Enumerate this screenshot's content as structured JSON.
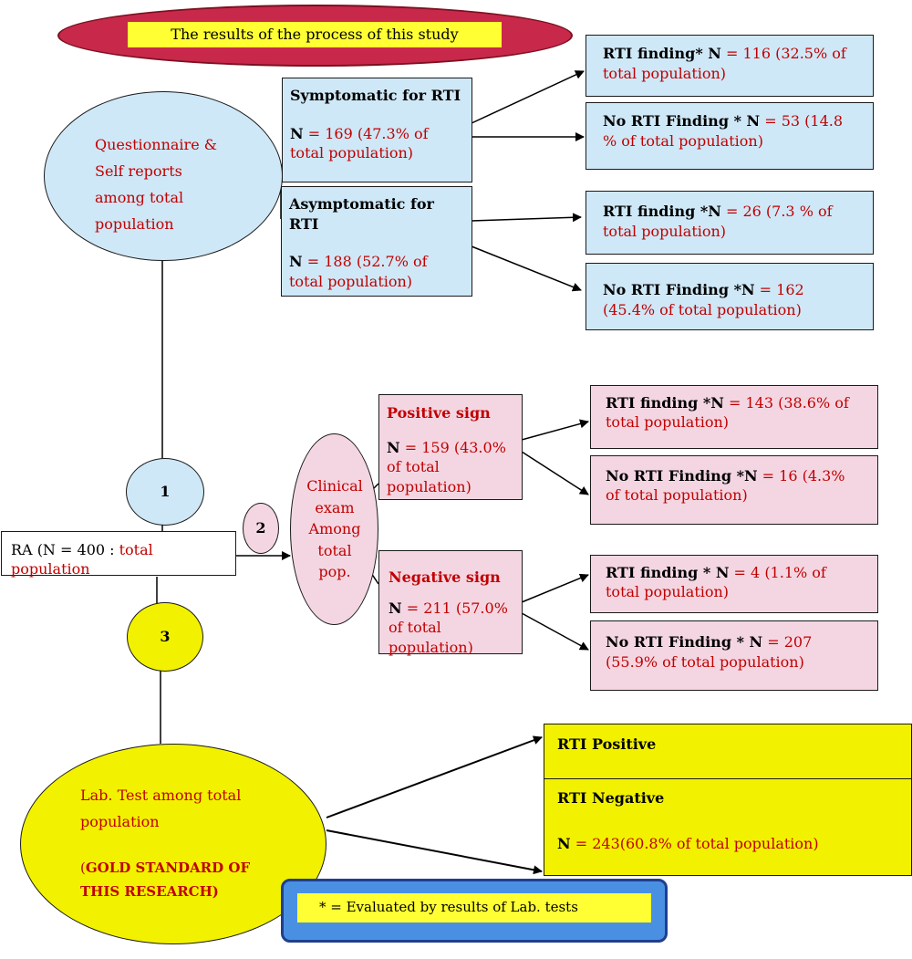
{
  "title": "The results of the process of this study",
  "questionnaire": {
    "label": "Questionnaire & Self reports among total population"
  },
  "symptomatic": {
    "title": "Symptomatic for RTI",
    "n_prefix": "N",
    "n_value": " = 169 (47.3% of total population)",
    "rti_finding": {
      "label": "RTI finding* N",
      "value": " = 116 (32.5% of total population)"
    },
    "no_rti_finding": {
      "label": "No RTI Finding * N",
      "value": " = 53 (14.8 % of total population)"
    }
  },
  "asymptomatic": {
    "title": "Asymptomatic for RTI",
    "n_prefix": "N",
    "n_value": " = 188 (52.7% of total population)",
    "rti_finding": {
      "label": "RTI finding *N",
      "value": " = 26 (7.3 % of total population)"
    },
    "no_rti_finding": {
      "label": "No RTI Finding *N",
      "value": " = 162 (45.4% of total population)"
    }
  },
  "step1": "1",
  "step2": "2",
  "step3": "3",
  "ra": {
    "prefix": "RA (N = 400 : ",
    "suffix": "total population"
  },
  "clinical": {
    "label": "Clinical exam Among total pop."
  },
  "positive": {
    "title": "Positive sign",
    "n_prefix": "N",
    "n_value": " = 159 (43.0% of total population)",
    "rti_finding": {
      "label": "RTI finding *N",
      "value": " = 143 (38.6% of total population)"
    },
    "no_rti_finding": {
      "label": "No RTI Finding *N",
      "value": " = 16 (4.3% of total population)"
    }
  },
  "negative": {
    "title": "Negative sign",
    "n_prefix": "N",
    "n_value": " = 211 (57.0% of total population)",
    "rti_finding": {
      "label": "RTI finding * N",
      "value": " = 4 (1.1% of total population)"
    },
    "no_rti_finding": {
      "label": "No RTI Finding * N",
      "value": " = 207 (55.9% of total population)"
    }
  },
  "lab": {
    "label": "Lab. Test among total population",
    "gold_open": "(",
    "gold": "GOLD STANDARD OF THIS RESEARCH)",
    "rti_positive": "RTI Positive",
    "rti_negative": "RTI Negative",
    "neg_n_prefix": "N",
    "neg_n_value": " = 243(60.8% of total population)"
  },
  "footnote": "* = Evaluated by results of Lab. tests",
  "colors": {
    "accent_red": "#c00000",
    "blue": "#cfe8f7",
    "pink": "#f4d6e2",
    "yellow": "#f2f200",
    "title_ellipse": "#c8284a"
  }
}
